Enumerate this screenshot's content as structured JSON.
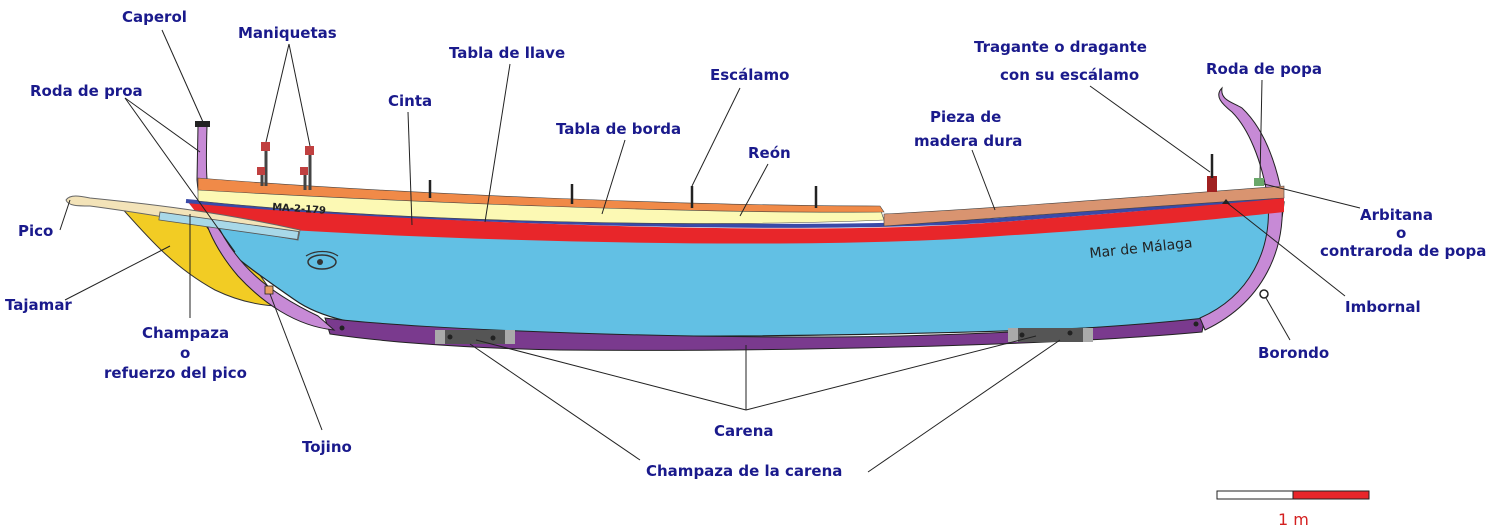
{
  "labels": {
    "caperol": "Caperol",
    "maniquetas": "Maniquetas",
    "roda_de_proa": "Roda de proa",
    "tabla_de_llave": "Tabla de llave",
    "cinta": "Cinta",
    "tabla_de_borda": "Tabla de borda",
    "escalamo": "Escálamo",
    "reon": "Reón",
    "tragante_1": "Tragante o dragante",
    "tragante_2": "con su escálamo",
    "roda_de_popa": "Roda de popa",
    "pieza_1": "Pieza de",
    "pieza_2": "madera dura",
    "pico": "Pico",
    "tajamar": "Tajamar",
    "champaza_pico_1": "Champaza",
    "champaza_pico_2": "o",
    "champaza_pico_3": "refuerzo del pico",
    "tojino": "Tojino",
    "carena": "Carena",
    "champaza_carena": "Champaza de la carena",
    "arbitana_1": "Arbitana",
    "arbitana_2": "o",
    "arbitana_3": "contraroda de popa",
    "imbornal": "Imbornal",
    "borondo": "Borondo"
  },
  "boat": {
    "name": "Mar de Málaga",
    "registration": "MA-2-179"
  },
  "scale": {
    "label": "1 m"
  },
  "colors": {
    "hull": "#62c0e4",
    "keel": "#7a3a8e",
    "stem": "#c78ad6",
    "red_band": "#e8262a",
    "yellow_band": "#fcf9b4",
    "orange_band": "#f08a48",
    "label_text": "#1a1a8c",
    "tajamar": "#f2cc24"
  }
}
